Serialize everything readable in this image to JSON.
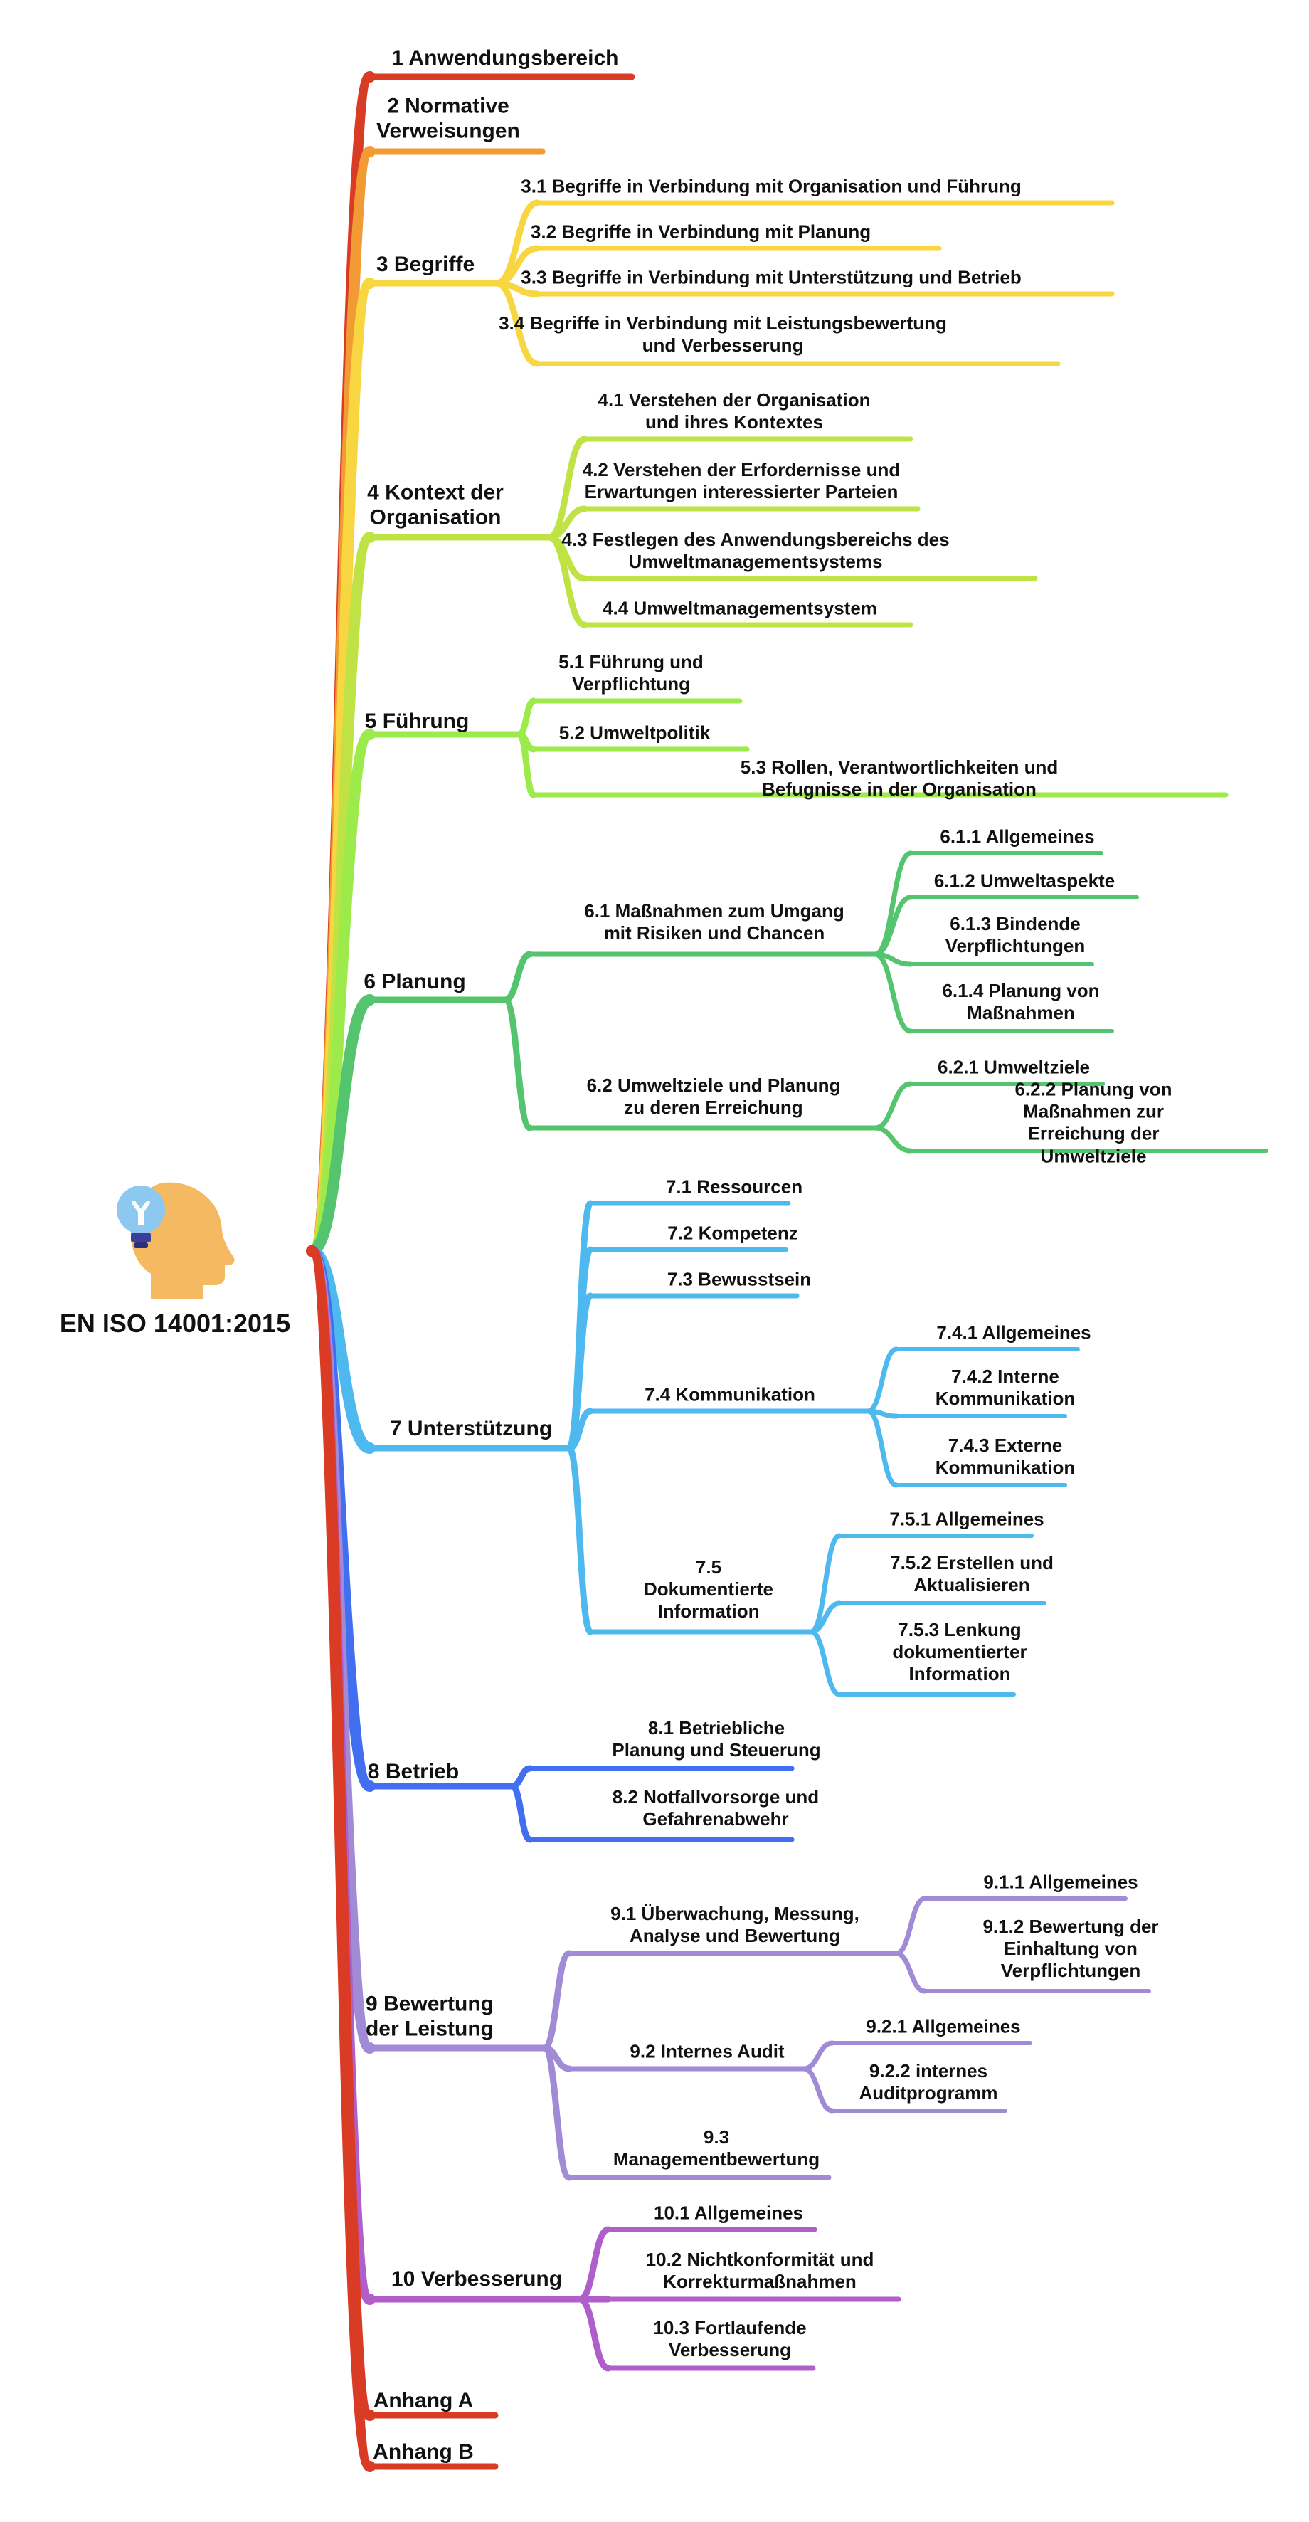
{
  "title": "EN ISO 14001:2015",
  "icon": "head-lightbulb-icon",
  "colors": {
    "c1": "#d93b25",
    "c2": "#f29a33",
    "c3": "#f8d641",
    "c4": "#bfe345",
    "c5": "#9deb4a",
    "c6": "#54c46e",
    "c7": "#4db9ef",
    "c8": "#416ff0",
    "c9": "#a18ad6",
    "c10": "#b05ec9",
    "cA": "#d93b25",
    "cB": "#d93b25"
  },
  "nodes": {
    "n1": "1 Anwendungsbereich",
    "n2": "2 Normative\nVerweisungen",
    "n3": "3 Begriffe",
    "n3_1": "3.1 Begriffe in Verbindung mit Organisation und Führung",
    "n3_2": "3.2 Begriffe in Verbindung mit Planung",
    "n3_3": "3.3 Begriffe in Verbindung mit Unterstützung und Betrieb",
    "n3_4": "3.4 Begriffe in Verbindung mit Leistungsbewertung\nund Verbesserung",
    "n4": "4 Kontext der\nOrganisation",
    "n4_1": "4.1 Verstehen der Organisation\nund ihres Kontextes",
    "n4_2": "4.2 Verstehen der Erfordernisse und\nErwartungen interessierter Parteien",
    "n4_3": "4.3 Festlegen des Anwendungsbereichs des\nUmweltmanagementsystems",
    "n4_4": "4.4 Umweltmanagementsystem",
    "n5": "5 Führung",
    "n5_1": "5.1 Führung und\nVerpflichtung",
    "n5_2": "5.2 Umweltpolitik",
    "n5_3": "5.3 Rollen, Verantwortlichkeiten und Befugnisse in der Organisation",
    "n6": "6 Planung",
    "n6_1": "6.1 Maßnahmen zum Umgang\nmit Risiken und Chancen",
    "n6_1_1": "6.1.1 Allgemeines",
    "n6_1_2": "6.1.2 Umweltaspekte",
    "n6_1_3": "6.1.3 Bindende\nVerpflichtungen",
    "n6_1_4": "6.1.4 Planung von\nMaßnahmen",
    "n6_2": "6.2 Umweltziele und Planung\nzu deren Erreichung",
    "n6_2_1": "6.2.1 Umweltziele",
    "n6_2_2": "6.2.2 Planung von Maßnahmen zur\nErreichung der Umweltziele",
    "n7": "7 Unterstützung",
    "n7_1": "7.1 Ressourcen",
    "n7_2": "7.2 Kompetenz",
    "n7_3": "7.3 Bewusstsein",
    "n7_4": "7.4 Kommunikation",
    "n7_4_1": "7.4.1 Allgemeines",
    "n7_4_2": "7.4.2 Interne\nKommunikation",
    "n7_4_3": "7.4.3 Externe\nKommunikation",
    "n7_5": "7.5\nDokumentierte\nInformation",
    "n7_5_1": "7.5.1 Allgemeines",
    "n7_5_2": "7.5.2 Erstellen und\nAktualisieren",
    "n7_5_3": "7.5.3 Lenkung\ndokumentierter\nInformation",
    "n8": "8 Betrieb",
    "n8_1": "8.1 Betriebliche\nPlanung und Steuerung",
    "n8_2": "8.2 Notfallvorsorge und\nGefahrenabwehr",
    "n9": "9 Bewertung\nder Leistung",
    "n9_1": "9.1 Überwachung, Messung,\nAnalyse und Bewertung",
    "n9_1_1": "9.1.1 Allgemeines",
    "n9_1_2": "9.1.2 Bewertung der\nEinhaltung von\nVerpflichtungen",
    "n9_2": "9.2 Internes Audit",
    "n9_2_1": "9.2.1 Allgemeines",
    "n9_2_2": "9.2.2 internes\nAuditprogramm",
    "n9_3": "9.3\nManagementbewertung",
    "n10": "10 Verbesserung",
    "n10_1": "10.1 Allgemeines",
    "n10_2": "10.2 Nichtkonformität und\nKorrekturmaßnahmen",
    "n10_3": "10.3 Fortlaufende\nVerbesserung",
    "nA": "Anhang A",
    "nB": "Anhang B"
  }
}
